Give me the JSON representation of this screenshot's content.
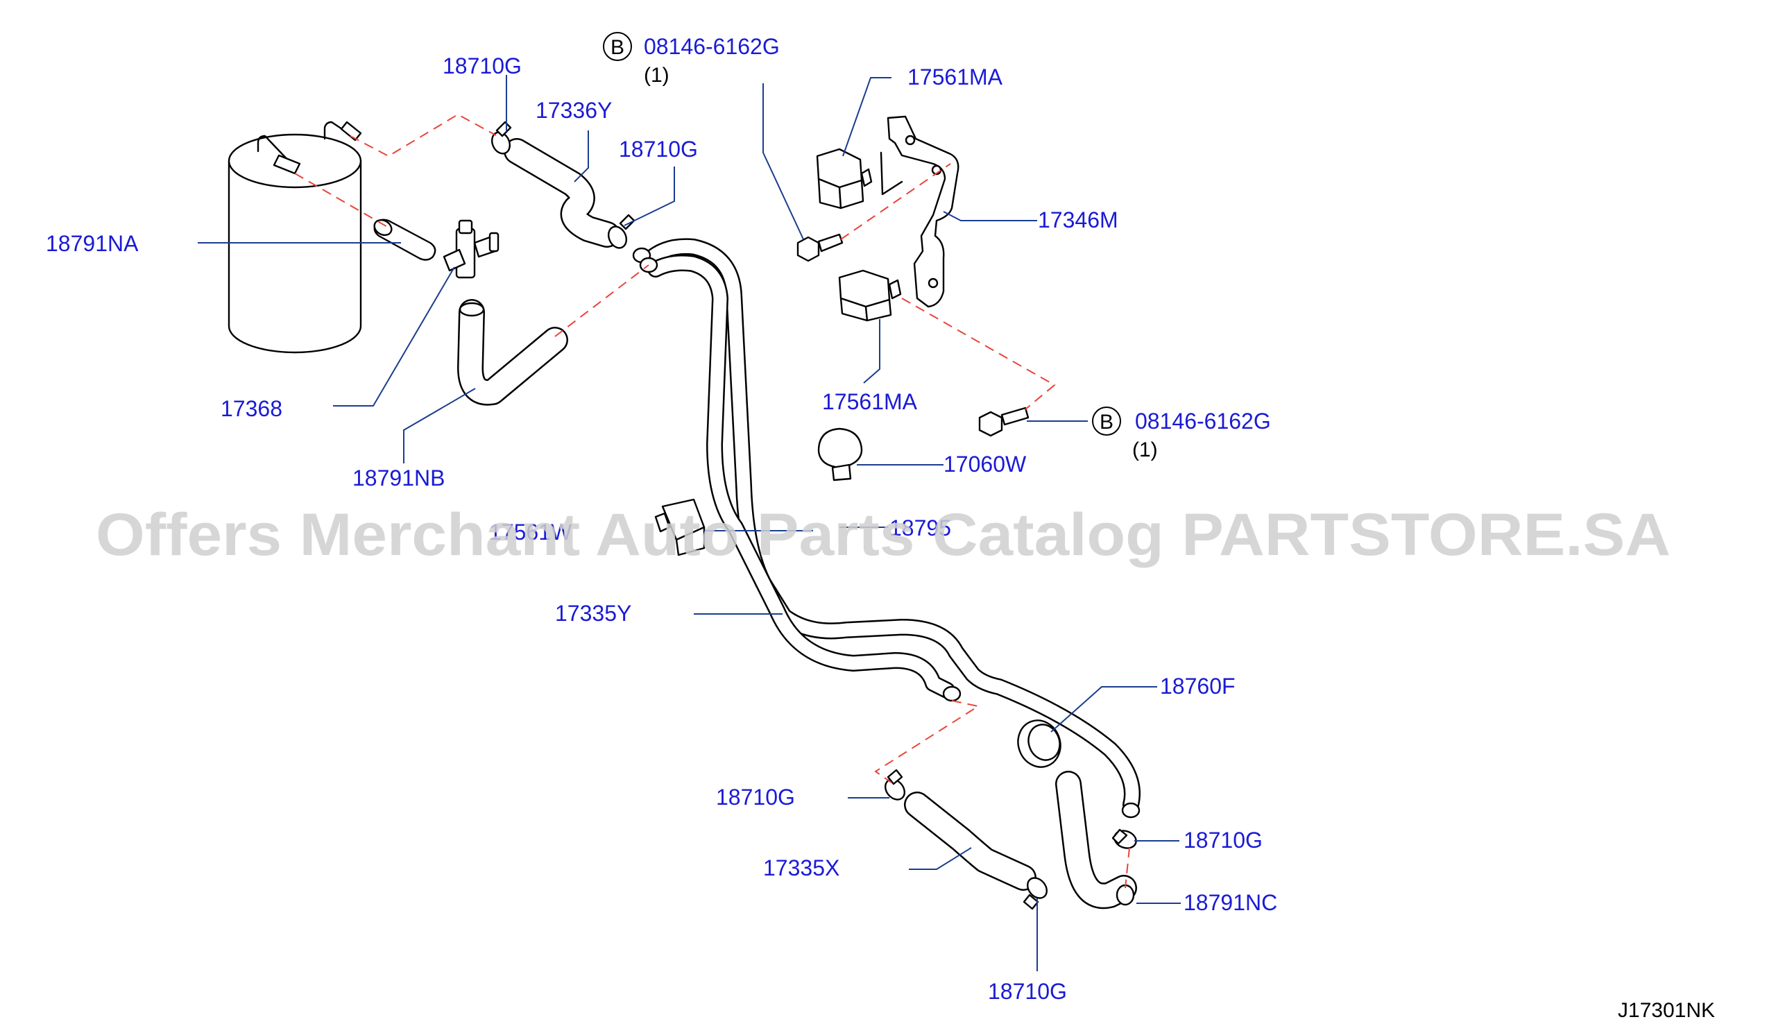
{
  "diagram_code": "J17301NK",
  "watermark": "Offers Merchant Auto Parts Catalog PARTSTORE.SA",
  "bolt_marker": "B",
  "bolt_qty": "(1)",
  "labels": {
    "p18710G_a": "18710G",
    "p08146_a": "08146-6162G",
    "p17561MA_a": "17561MA",
    "p17336Y": "17336Y",
    "p18710G_b": "18710G",
    "p17346M": "17346M",
    "p18791NA": "18791NA",
    "p17368": "17368",
    "p17561MA_b": "17561MA",
    "p08146_b": "08146-6162G",
    "p17060W": "17060W",
    "p18791NB": "18791NB",
    "p17561W": "17561W",
    "p18795": "18795",
    "p17335Y": "17335Y",
    "p18760F": "18760F",
    "p18710G_c": "18710G",
    "p17335X": "17335X",
    "p18710G_d": "18710G",
    "p18791NC": "18791NC",
    "p18710G_e": "18710G"
  }
}
